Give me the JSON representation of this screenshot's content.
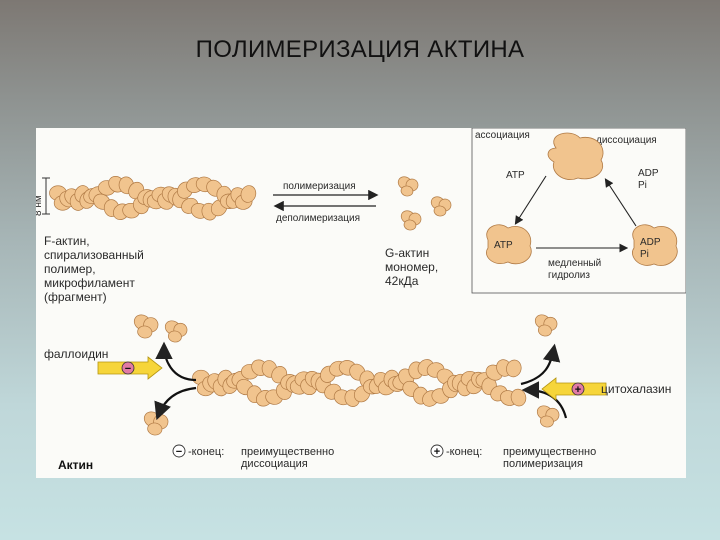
{
  "title": "ПОЛИМЕРИЗАЦИЯ АКТИНА",
  "top": {
    "scale_label": "8 нм",
    "polymerization": "полимеризация",
    "depolymerization": "деполимеризация",
    "factin_lines": [
      "F-актин,",
      "спирализованный",
      "полимер,",
      "микрофиламент",
      "(фрагмент)"
    ],
    "gactin_lines": [
      "G-актин",
      "мономер,",
      "42кДа"
    ]
  },
  "cycle": {
    "association": "ассоциация",
    "dissociation": "диссоциация",
    "atp_top": "ATP",
    "adp_top": "ADP",
    "pi_top": "Pi",
    "atp_bottom": "ATP",
    "adp_bottom": "ADP",
    "pi_bottom": "Pi",
    "slow_hydrolysis_lines": [
      "медленный",
      "гидролиз"
    ]
  },
  "bottom": {
    "phalloidin": "фаллоидин",
    "cytochalasin": "цитохалазин",
    "minus_sign": "−",
    "plus_sign": "+",
    "minus_end_label": "-конец:",
    "minus_end_desc": [
      "преимущественно",
      "диссоциация"
    ],
    "plus_end_label": "-конец:",
    "plus_end_desc": [
      "преимущественно",
      "полимеризация"
    ],
    "actin_caption": "Актин"
  },
  "colors": {
    "bead_fill": "#f1c48e",
    "bead_stroke": "#b07a45",
    "arrow_yellow": "#f6d53a",
    "sign_pink": "#e27aa4"
  }
}
